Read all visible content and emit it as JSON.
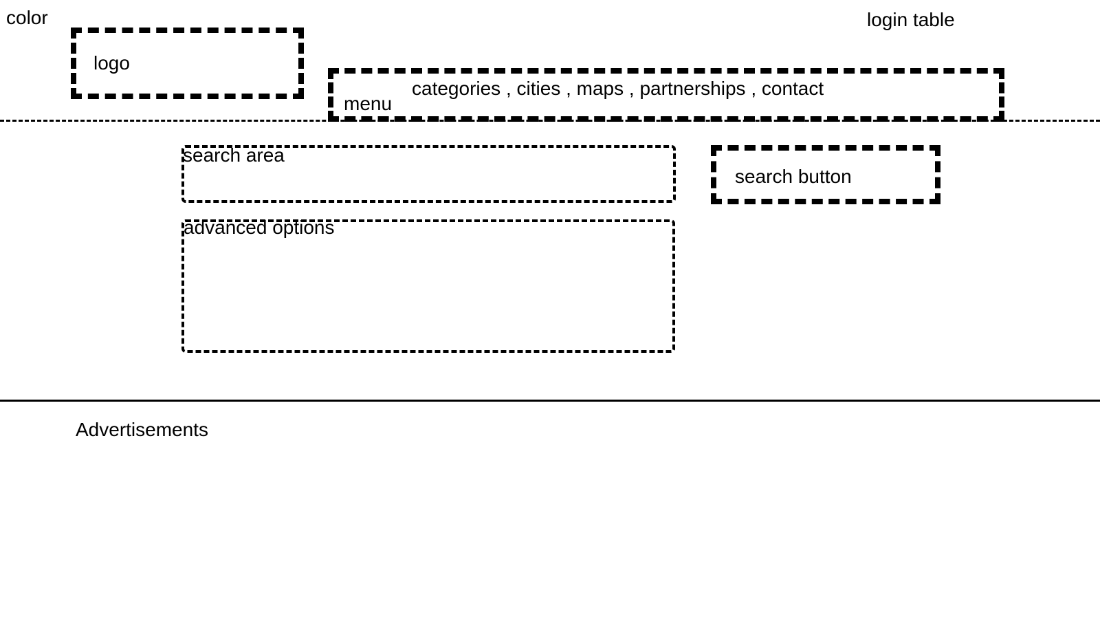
{
  "header": {
    "color_label": "color",
    "login_label": "login table",
    "logo_label": "logo",
    "menu_label": "menu",
    "menu_items_text": "categories , cities , maps , partnerships , contact"
  },
  "search": {
    "area_label": "search area",
    "button_label": "search button",
    "advanced_label": "advanced options"
  },
  "footer": {
    "ads_label": "Advertisements"
  },
  "colors": {
    "ink": "#000000",
    "background": "#ffffff"
  }
}
